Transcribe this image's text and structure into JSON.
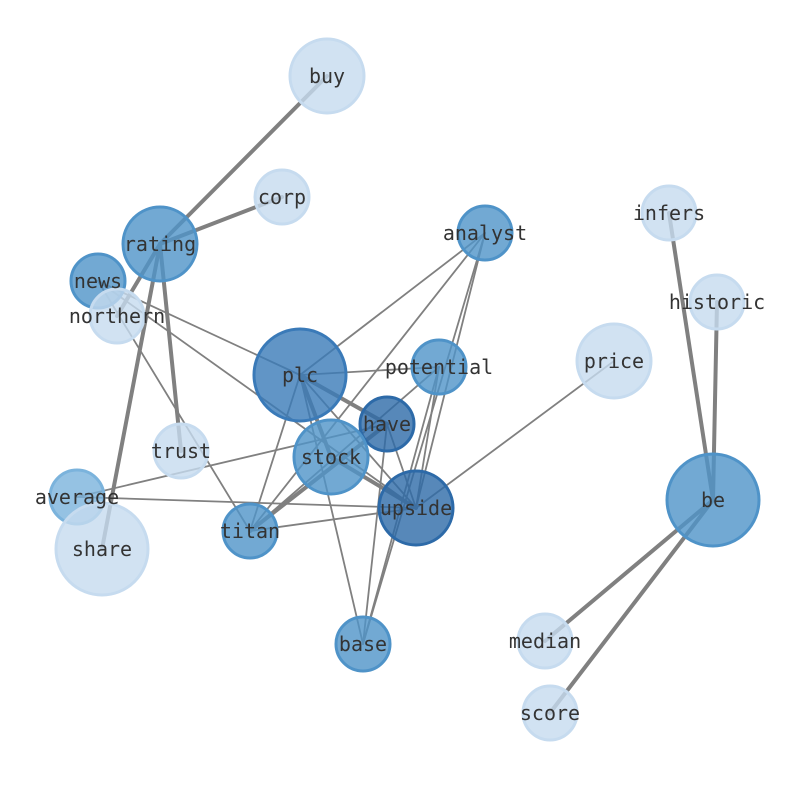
{
  "graph": {
    "nodes": [
      {
        "id": "buy",
        "label": "buy",
        "weight": 1,
        "shade": "#c6dbef"
      },
      {
        "id": "corp",
        "label": "corp",
        "weight": 1,
        "shade": "#c6dbef"
      },
      {
        "id": "rating",
        "label": "rating",
        "weight": 3,
        "shade": "#4f93c8"
      },
      {
        "id": "news",
        "label": "news",
        "weight": 3,
        "shade": "#4f93c8"
      },
      {
        "id": "northern",
        "label": "northern",
        "weight": 1,
        "shade": "#c6dbef"
      },
      {
        "id": "analyst",
        "label": "analyst",
        "weight": 3,
        "shade": "#4f93c8"
      },
      {
        "id": "infers",
        "label": "infers",
        "weight": 1,
        "shade": "#c6dbef"
      },
      {
        "id": "historic",
        "label": "historic",
        "weight": 1,
        "shade": "#c6dbef"
      },
      {
        "id": "price",
        "label": "price",
        "weight": 1,
        "shade": "#c6dbef"
      },
      {
        "id": "plc",
        "label": "plc",
        "weight": 4,
        "shade": "#3a7ab8"
      },
      {
        "id": "potential",
        "label": "potential",
        "weight": 3,
        "shade": "#4f93c8"
      },
      {
        "id": "have",
        "label": "have",
        "weight": 5,
        "shade": "#2d6aa8"
      },
      {
        "id": "stock",
        "label": "stock",
        "weight": 3,
        "shade": "#4f93c8"
      },
      {
        "id": "trust",
        "label": "trust",
        "weight": 1,
        "shade": "#c6dbef"
      },
      {
        "id": "average",
        "label": "average",
        "weight": 2,
        "shade": "#7bb3dc"
      },
      {
        "id": "upside",
        "label": "upside",
        "weight": 5,
        "shade": "#2d6aa8"
      },
      {
        "id": "titan",
        "label": "titan",
        "weight": 3,
        "shade": "#4f93c8"
      },
      {
        "id": "share",
        "label": "share",
        "weight": 1,
        "shade": "#c6dbef"
      },
      {
        "id": "be",
        "label": "be",
        "weight": 3,
        "shade": "#4f93c8"
      },
      {
        "id": "base",
        "label": "base",
        "weight": 3,
        "shade": "#4f93c8"
      },
      {
        "id": "median",
        "label": "median",
        "weight": 1,
        "shade": "#c6dbef"
      },
      {
        "id": "score",
        "label": "score",
        "weight": 1,
        "shade": "#c6dbef"
      }
    ],
    "edges": [
      {
        "source": "buy",
        "target": "rating",
        "weight": 2
      },
      {
        "source": "corp",
        "target": "rating",
        "weight": 2
      },
      {
        "source": "rating",
        "target": "northern",
        "weight": 2
      },
      {
        "source": "rating",
        "target": "trust",
        "weight": 2
      },
      {
        "source": "rating",
        "target": "share",
        "weight": 2
      },
      {
        "source": "news",
        "target": "plc",
        "weight": 1
      },
      {
        "source": "news",
        "target": "upside",
        "weight": 1
      },
      {
        "source": "news",
        "target": "titan",
        "weight": 1
      },
      {
        "source": "plc",
        "target": "analyst",
        "weight": 1
      },
      {
        "source": "plc",
        "target": "potential",
        "weight": 1
      },
      {
        "source": "plc",
        "target": "have",
        "weight": 2
      },
      {
        "source": "plc",
        "target": "stock",
        "weight": 2
      },
      {
        "source": "plc",
        "target": "upside",
        "weight": 1
      },
      {
        "source": "plc",
        "target": "base",
        "weight": 1
      },
      {
        "source": "plc",
        "target": "titan",
        "weight": 1
      },
      {
        "source": "analyst",
        "target": "titan",
        "weight": 1
      },
      {
        "source": "analyst",
        "target": "upside",
        "weight": 1
      },
      {
        "source": "analyst",
        "target": "base",
        "weight": 1
      },
      {
        "source": "potential",
        "target": "titan",
        "weight": 1
      },
      {
        "source": "potential",
        "target": "base",
        "weight": 1
      },
      {
        "source": "potential",
        "target": "upside",
        "weight": 1
      },
      {
        "source": "have",
        "target": "titan",
        "weight": 2
      },
      {
        "source": "have",
        "target": "base",
        "weight": 1
      },
      {
        "source": "have",
        "target": "upside",
        "weight": 1
      },
      {
        "source": "have",
        "target": "average",
        "weight": 1
      },
      {
        "source": "stock",
        "target": "upside",
        "weight": 2
      },
      {
        "source": "upside",
        "target": "titan",
        "weight": 1
      },
      {
        "source": "upside",
        "target": "average",
        "weight": 1
      },
      {
        "source": "upside",
        "target": "price",
        "weight": 1
      },
      {
        "source": "infers",
        "target": "be",
        "weight": 2
      },
      {
        "source": "historic",
        "target": "be",
        "weight": 2
      },
      {
        "source": "be",
        "target": "median",
        "weight": 2
      },
      {
        "source": "be",
        "target": "score",
        "weight": 2
      }
    ]
  }
}
